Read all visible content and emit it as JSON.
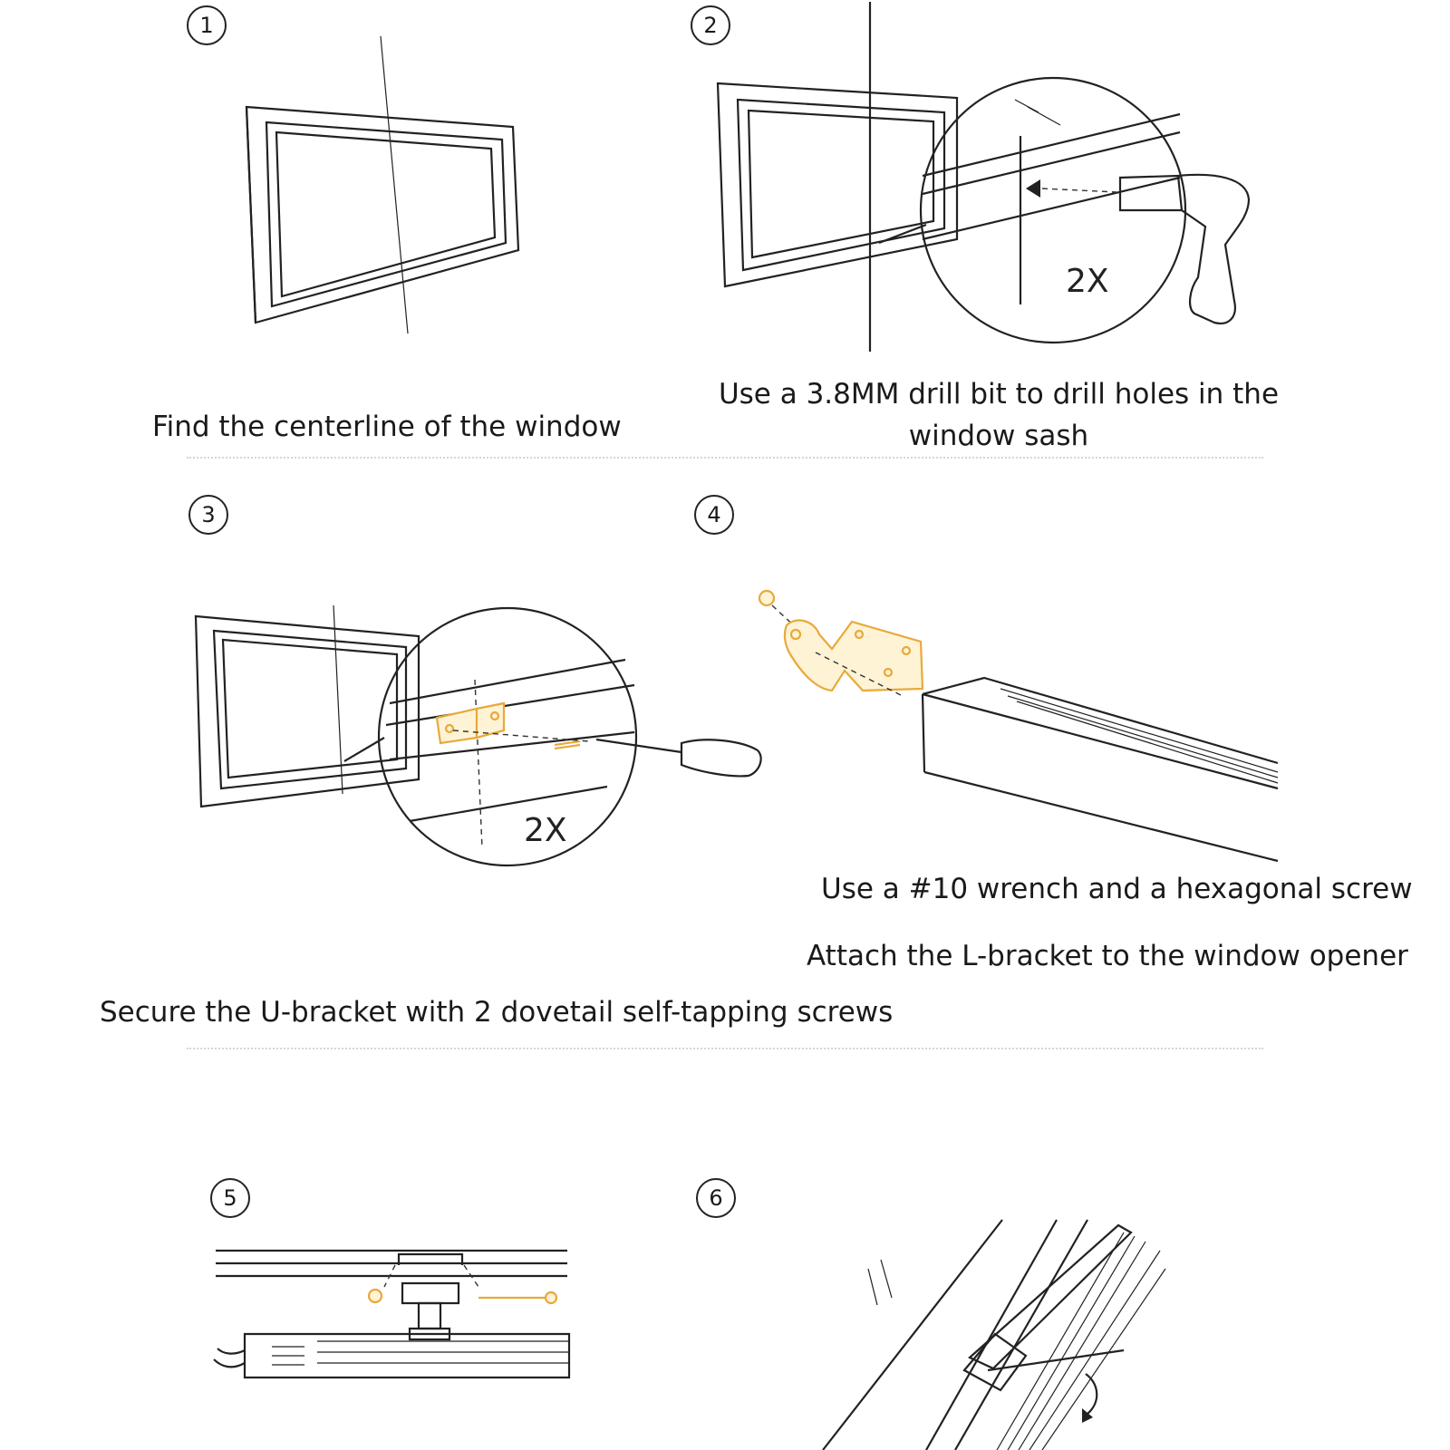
{
  "steps": [
    {
      "number": "1",
      "caption": "Find the centerline of the window"
    },
    {
      "number": "2",
      "caption_line1": "Use a 3.8MM drill bit to drill holes in the",
      "caption_line2": "window sash",
      "multiplier": "2X"
    },
    {
      "number": "3",
      "caption": "Secure the U-bracket with 2 dovetail self-tapping screws",
      "multiplier": "2X"
    },
    {
      "number": "4",
      "caption_line1": "Use a #10 wrench and a hexagonal screw",
      "caption_line2": "Attach the L-bracket to the window opener"
    },
    {
      "number": "5"
    },
    {
      "number": "6"
    }
  ],
  "colors": {
    "line": "#222222",
    "accent": "#e8a93a",
    "divider": "#d6d6d6"
  }
}
